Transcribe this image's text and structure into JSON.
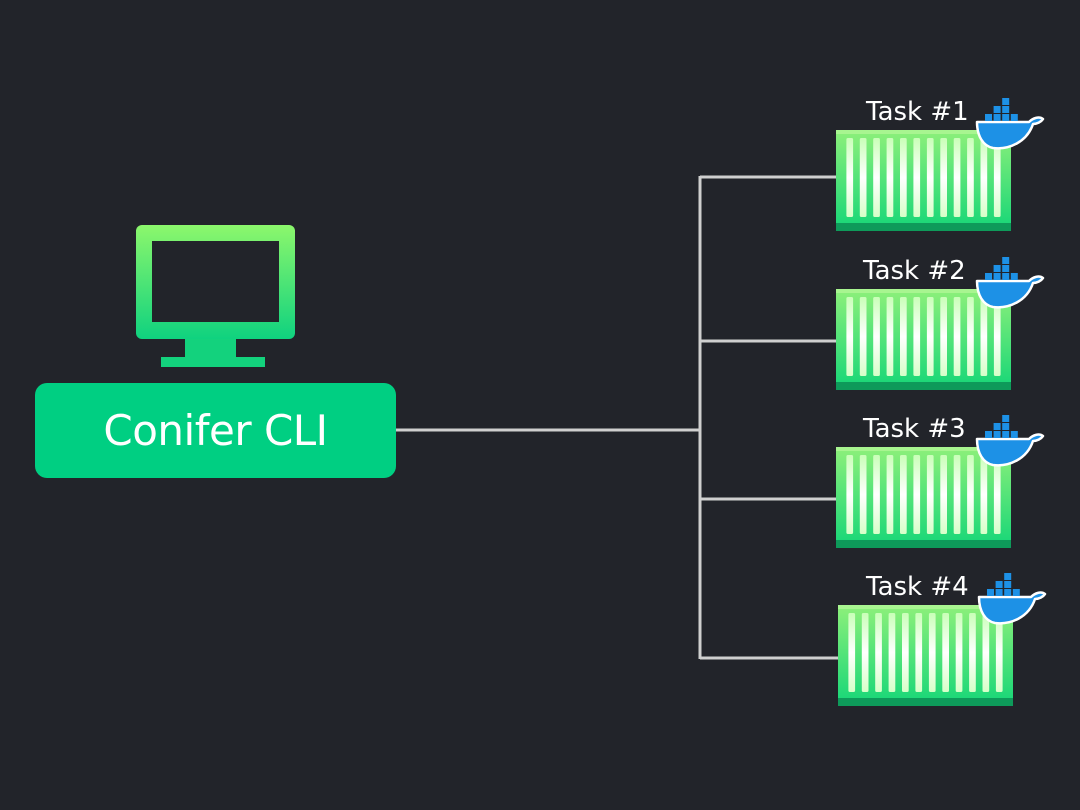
{
  "cli": {
    "label": "Conifer CLI"
  },
  "tasks": [
    {
      "label": "Task #1"
    },
    {
      "label": "Task #2"
    },
    {
      "label": "Task #3"
    },
    {
      "label": "Task #4"
    }
  ],
  "icons": {
    "computer": "monitor-icon",
    "task": "docker-whale-icon",
    "container": "shipping-container-icon"
  },
  "colors": {
    "background": "#22242a",
    "cli_box": "#00cf82",
    "container_light": "#c9ffb8",
    "container_green": "#3ee47c",
    "container_dark": "#0e9a5a",
    "docker_blue": "#1d91e6",
    "connector": "#cfcfcf",
    "text": "#ffffff"
  }
}
